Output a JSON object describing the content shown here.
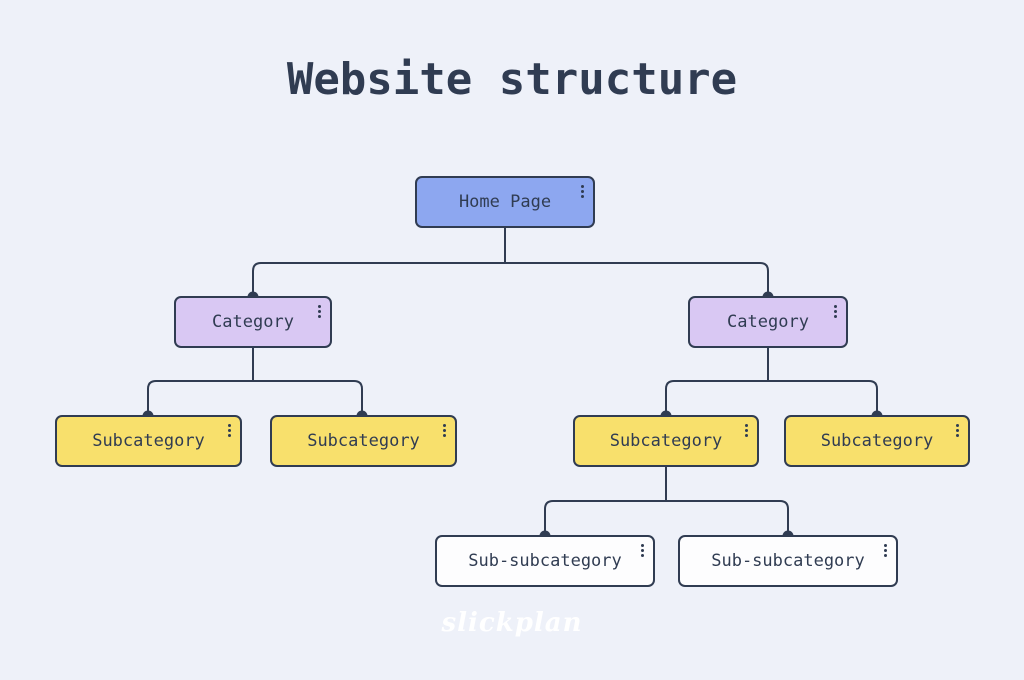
{
  "title": "Website structure",
  "watermark": "slickplan",
  "colors": {
    "background": "#eef1f9",
    "ink": "#303c52",
    "home_fill": "#8da7f0",
    "category_fill": "#d9c8f3",
    "subcategory_fill": "#f8e06c",
    "subsubcategory_fill": "#fdfdfe"
  },
  "diagram": {
    "type": "sitemap-tree",
    "node_menu_icon": "kebab-menu-icon",
    "nodes": [
      {
        "id": "home-page",
        "label": "Home Page",
        "level": 1,
        "fill": "#8da7f0"
      },
      {
        "id": "category-1",
        "label": "Category",
        "level": 2,
        "fill": "#d9c8f3"
      },
      {
        "id": "category-2",
        "label": "Category",
        "level": 2,
        "fill": "#d9c8f3"
      },
      {
        "id": "subcategory-1",
        "label": "Subcategory",
        "level": 3,
        "fill": "#f8e06c"
      },
      {
        "id": "subcategory-2",
        "label": "Subcategory",
        "level": 3,
        "fill": "#f8e06c"
      },
      {
        "id": "subcategory-3",
        "label": "Subcategory",
        "level": 3,
        "fill": "#f8e06c"
      },
      {
        "id": "subcategory-4",
        "label": "Subcategory",
        "level": 3,
        "fill": "#f8e06c"
      },
      {
        "id": "sub-subcategory-1",
        "label": "Sub-subcategory",
        "level": 4,
        "fill": "#fdfdfe"
      },
      {
        "id": "sub-subcategory-2",
        "label": "Sub-subcategory",
        "level": 4,
        "fill": "#fdfdfe"
      }
    ],
    "edges": [
      [
        "home-page",
        "category-1"
      ],
      [
        "home-page",
        "category-2"
      ],
      [
        "category-1",
        "subcategory-1"
      ],
      [
        "category-1",
        "subcategory-2"
      ],
      [
        "category-2",
        "subcategory-3"
      ],
      [
        "category-2",
        "subcategory-4"
      ],
      [
        "subcategory-3",
        "sub-subcategory-1"
      ],
      [
        "subcategory-3",
        "sub-subcategory-2"
      ]
    ]
  }
}
